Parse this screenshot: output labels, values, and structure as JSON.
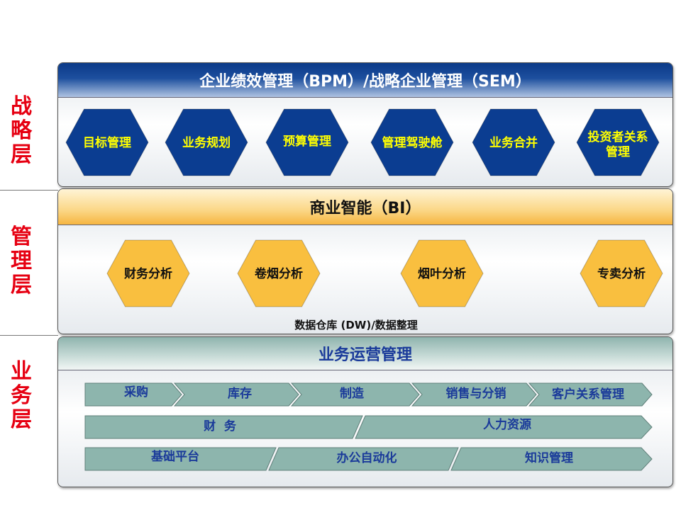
{
  "layers": {
    "strategy": "战略层",
    "management": "管理层",
    "operations": "业务层"
  },
  "strategy_panel": {
    "title": "企业绩效管理（BPM）/战略企业管理（SEM）",
    "items": [
      "目标管理",
      "业务规划",
      "预算管理",
      "管理驾驶舱",
      "业务合并",
      "投资者关系",
      "管理"
    ]
  },
  "management_panel": {
    "title": "商业智能（BI）",
    "items": [
      "财务分析",
      "卷烟分析",
      "烟叶分析",
      "专卖分析"
    ],
    "caption": "数据仓库 (DW)/数据整理"
  },
  "operations_panel": {
    "title": "业务运营管理",
    "row1": [
      "采购",
      "库存",
      "制造",
      "销售与分销",
      "客户关系管理"
    ],
    "row2": [
      "财  务",
      "人力资源"
    ],
    "row3": [
      "基础平台",
      "办公自动化",
      "知识管理"
    ]
  },
  "colors": {
    "layer_label": "#e60012",
    "strategy_hex": "#0b3d91",
    "strategy_hex_text": "#ffff00",
    "bi_hex": "#f9bf3f",
    "process_bar": "#8db5ad",
    "process_text": "#1a3a9a"
  }
}
